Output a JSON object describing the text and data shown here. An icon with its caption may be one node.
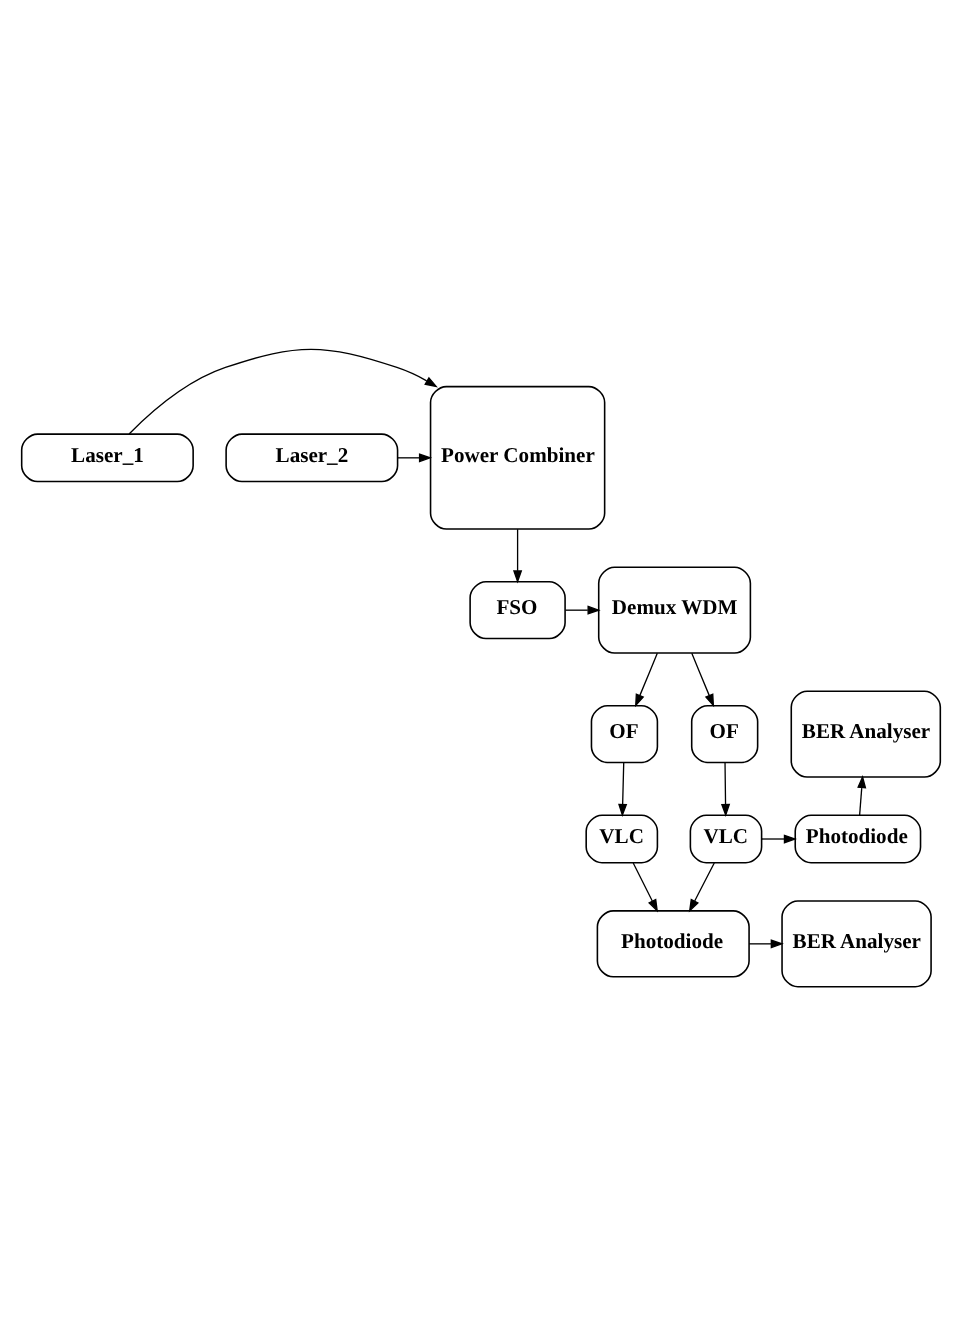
{
  "diagram": {
    "nodes": [
      {
        "text": [
          "Laser_1"
        ]
      },
      {
        "text": [
          "Laser_2"
        ]
      },
      {
        "text": [
          "Power Combiner"
        ]
      },
      {
        "text": [
          "FSO"
        ]
      },
      {
        "text": [
          "Demux WDM"
        ]
      },
      {
        "text": [
          "OF"
        ]
      },
      {
        "text": [
          "OF"
        ]
      },
      {
        "text": [
          "VLC"
        ]
      },
      {
        "text": [
          "VLC"
        ]
      },
      {
        "text": [
          "Photodiode"
        ]
      },
      {
        "text": [
          "BER Analyser"
        ]
      },
      {
        "text": [
          "Photodiode"
        ]
      },
      {
        "text": [
          "BER Analyser"
        ]
      }
    ],
    "edges": [
      {
        "from": 0,
        "to": 2,
        "arrow": "to"
      },
      {
        "from": 1,
        "to": 2,
        "arrow": "to"
      },
      {
        "from": 2,
        "to": 3,
        "arrow": "to"
      },
      {
        "from": 3,
        "to": 4,
        "arrow": "to"
      },
      {
        "from": 4,
        "to": 5,
        "arrow": "to"
      },
      {
        "from": 4,
        "to": 6,
        "arrow": "to"
      },
      {
        "from": 5,
        "to": 7,
        "arrow": "to"
      },
      {
        "from": 6,
        "to": 8,
        "arrow": "to"
      },
      {
        "from": 8,
        "to": 9,
        "arrow": "to"
      },
      {
        "from": 9,
        "to": 10,
        "arrow": "to"
      },
      {
        "from": 7,
        "to": 11,
        "arrow": "to"
      },
      {
        "from": 8,
        "to": 11,
        "arrow": "to"
      },
      {
        "from": 11,
        "to": 12,
        "arrow": "to"
      }
    ]
  }
}
